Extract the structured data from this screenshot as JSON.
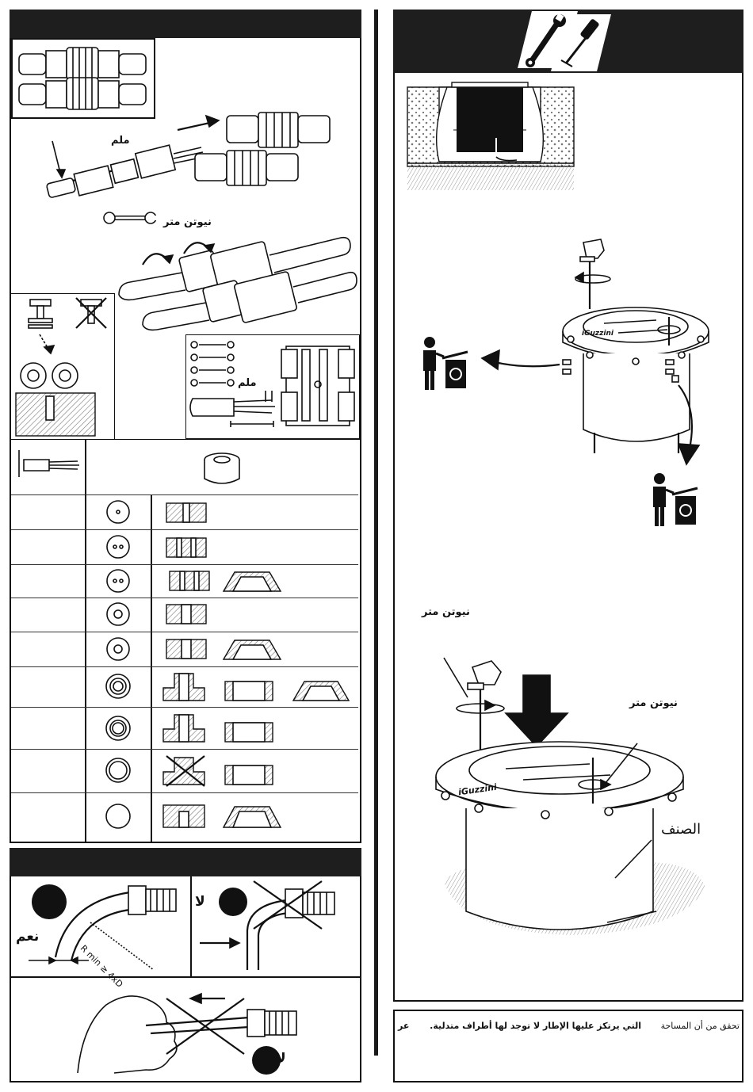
{
  "labels": {
    "glue_top": "ملم",
    "newton_meter_top": "نيوتن متر",
    "glue_strip": "ملم",
    "newton_meter_right_1": "نيوتن متر",
    "newton_meter_right_2": "نيوتن متر",
    "category": "الصنف",
    "yes": "نعم",
    "no_1": "لا",
    "no_2": "لا",
    "r_min": "R min ≥ 4xD"
  },
  "note": {
    "part1": "تحقق من أن المساحة",
    "part2": "التي يرتكز عليها الإطار لا توجد لها أطراف متدلية.",
    "part3": "عر"
  },
  "brand": "iGuzzini",
  "icons": [
    "wrench-icon",
    "screwdriver-icon",
    "recycle-bin-icon",
    "recycle-bin-icon",
    "spanner-icon"
  ]
}
